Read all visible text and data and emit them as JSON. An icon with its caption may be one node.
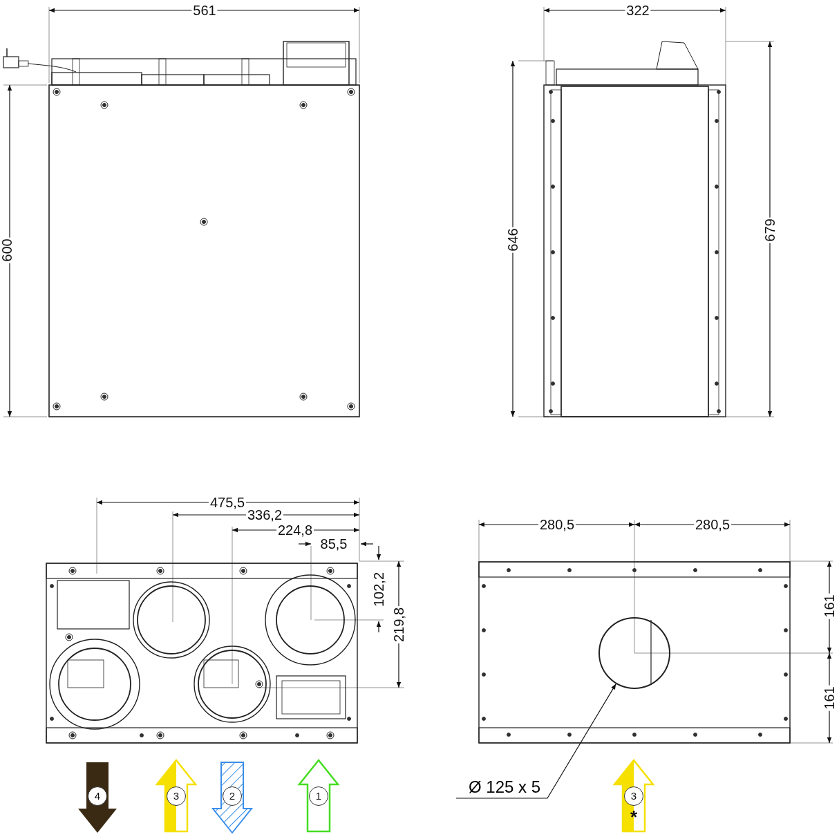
{
  "diagram": {
    "nodes": [
      {
        "text": [
          "Ø 125 x 5"
        ]
      },
      {
        "text": [],
        "shape": "circle"
      }
    ],
    "edges": [
      {
        "from": 0,
        "to": 1,
        "arrow": "to"
      }
    ],
    "labels": [
      "561",
      "322",
      "600",
      "646",
      "679",
      "475,5",
      "336,2",
      "224,8",
      "85,5",
      "102,2",
      "219,8",
      "280,5",
      "280,5",
      "161",
      "161",
      "4",
      "3",
      "2",
      "1",
      "3",
      "*"
    ]
  }
}
